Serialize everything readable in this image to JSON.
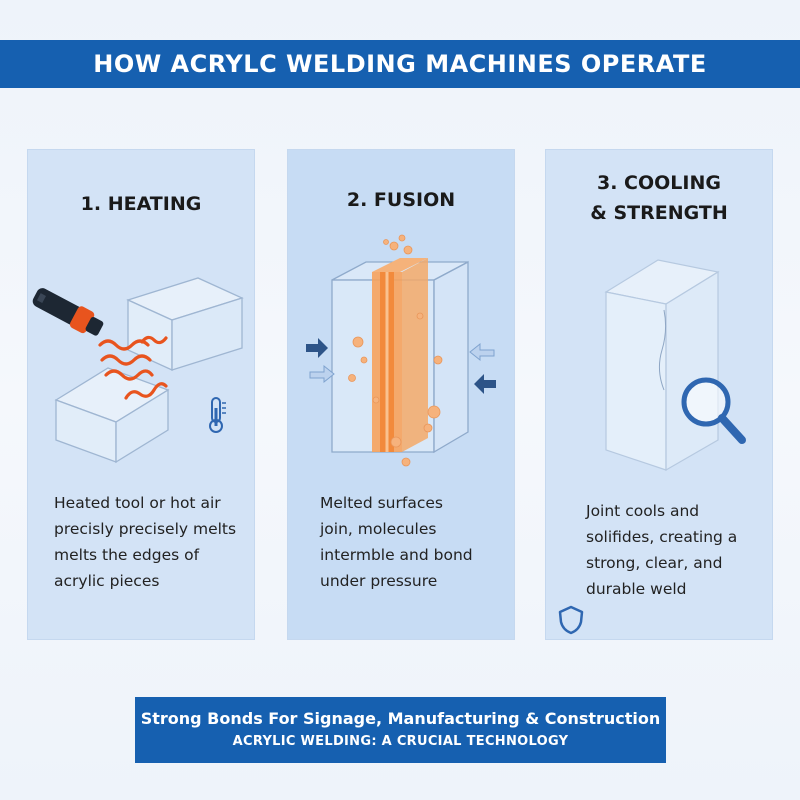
{
  "title": "HOW ACRYLC WELDING MACHINES OPERATE",
  "steps": [
    {
      "title": [
        "1. HEATING"
      ],
      "description": [
        "Heated tool or hot air",
        "precisly precisely melts",
        "melts the edges of",
        "acrylic pieces"
      ],
      "icons": [
        "heat-gun-icon",
        "heat-wave-icon",
        "thermometer-icon"
      ]
    },
    {
      "title": [
        "2. FUSION"
      ],
      "description": [
        "Melted surfaces",
        "join, molecules",
        "intermble and bond",
        "under pressure"
      ],
      "icons": [
        "pressure-arrow-icon",
        "molten-bubbles-icon"
      ]
    },
    {
      "title": [
        "3. COOLING",
        "& STRENGTH"
      ],
      "description": [
        "Joint cools and",
        "solifides, creating a",
        "strong, clear, and",
        "durable weld"
      ],
      "icons": [
        "magnifier-icon",
        "shield-icon"
      ]
    }
  ],
  "footer": {
    "line1": "Strong Bonds For Signage, Manufacturing & Construction",
    "line2": "ACRYLIC WELDING: A CRUCIAL TECHNOLOGY"
  },
  "colors": {
    "brand_blue": "#1660b0",
    "panel": "#d3e3f6",
    "heat_orange": "#e8541e",
    "molten_orange": "#f28a3c",
    "icon_blue": "#2f67b1"
  }
}
